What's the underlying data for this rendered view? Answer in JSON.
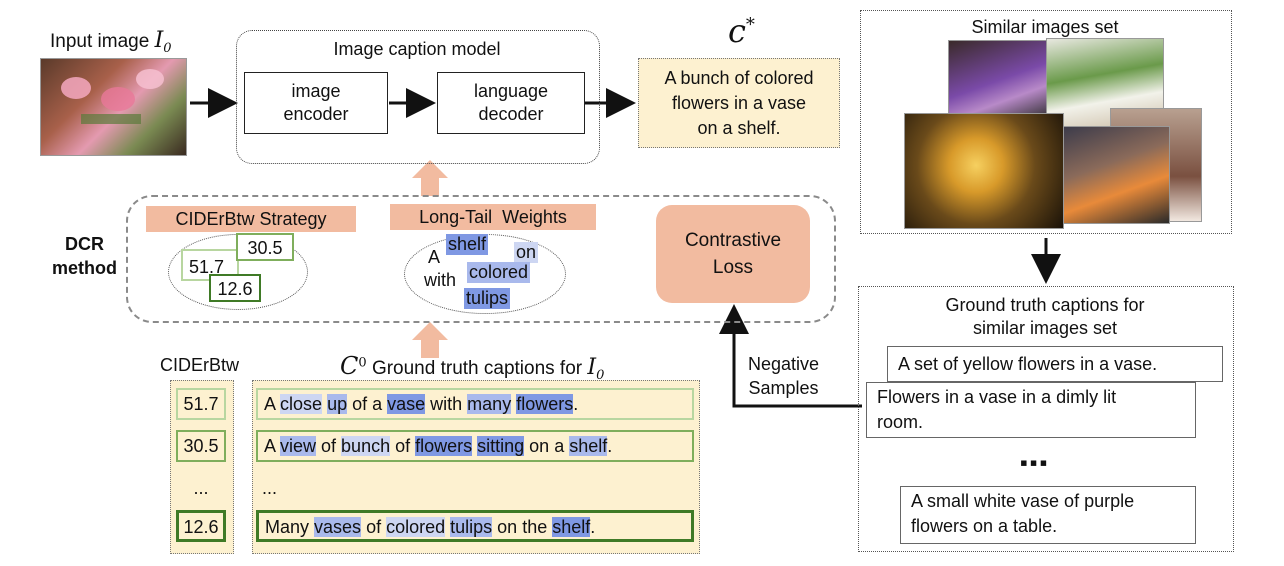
{
  "input_image": {
    "label": "Input image",
    "symbol": "I",
    "subscript": "0"
  },
  "caption_model": {
    "title": "Image caption model",
    "encoder": [
      "image",
      "encoder"
    ],
    "decoder": [
      "language",
      "decoder"
    ]
  },
  "output": {
    "symbol": "c",
    "superscript": "*",
    "caption": [
      "A bunch of colored",
      "flowers in a vase",
      "on a shelf."
    ]
  },
  "dcr": {
    "label": [
      "DCR",
      "method"
    ],
    "strategy_label": "CIDErBtw Strategy",
    "scores": [
      "51.7",
      "30.5",
      "12.6"
    ],
    "weights_label": "Long-Tail  Weights",
    "weight_words": [
      "A",
      "shelf",
      "on",
      "with",
      "colored",
      "tulips"
    ],
    "contrastive": [
      "Contrastive",
      "Loss"
    ]
  },
  "similar": {
    "title": "Similar images set"
  },
  "gt_similar": {
    "title": [
      "Ground truth captions for",
      "similar images set"
    ],
    "captions": [
      [
        "A set of yellow flowers in a vase."
      ],
      [
        "Flowers in a vase in a dimly lit",
        "room."
      ],
      [
        "A small white vase of purple",
        "flowers on a table."
      ]
    ],
    "ellipsis": "▪▪▪"
  },
  "negative": [
    "Negative",
    "Samples"
  ],
  "cider_label": "CIDErBtw",
  "gt_header": {
    "symbol": "C",
    "superscript": "0",
    "text": "Ground truth captions for",
    "target_symbol": "I",
    "target_sub": "0"
  },
  "gt_scores": [
    "51.7",
    "30.5",
    "...",
    "12.6"
  ],
  "gt_rows": [
    [
      [
        "A ",
        ""
      ],
      [
        "close",
        "hl1"
      ],
      [
        " ",
        ""
      ],
      [
        "up",
        "hl2"
      ],
      [
        " of a ",
        ""
      ],
      [
        "vase",
        "hl3"
      ],
      [
        " with ",
        ""
      ],
      [
        "many",
        "hl2"
      ],
      [
        " ",
        ""
      ],
      [
        "flowers",
        "hl3"
      ],
      [
        ".",
        ""
      ]
    ],
    [
      [
        "A ",
        ""
      ],
      [
        "view",
        "hl2"
      ],
      [
        " of ",
        ""
      ],
      [
        "bunch",
        "hl1"
      ],
      [
        " of ",
        ""
      ],
      [
        "flowers",
        "hl3"
      ],
      [
        " ",
        ""
      ],
      [
        "sitting",
        "hl3"
      ],
      [
        " on a ",
        ""
      ],
      [
        "shelf",
        "hl2"
      ],
      [
        ".",
        ""
      ]
    ],
    [
      [
        "...",
        ""
      ]
    ],
    [
      [
        "Many ",
        ""
      ],
      [
        "vases",
        "hl2"
      ],
      [
        " of ",
        ""
      ],
      [
        "colored",
        "hl1"
      ],
      [
        " ",
        ""
      ],
      [
        "tulips",
        "hl2"
      ],
      [
        " on the ",
        ""
      ],
      [
        "shelf",
        "hl3"
      ],
      [
        ".",
        ""
      ]
    ]
  ],
  "colors": {
    "score_light": "#b8d6a0",
    "score_mid": "#7fae5c",
    "score_dark": "#3f7a26",
    "orange": "#f2bba0",
    "panel": "#fdf1d0"
  }
}
